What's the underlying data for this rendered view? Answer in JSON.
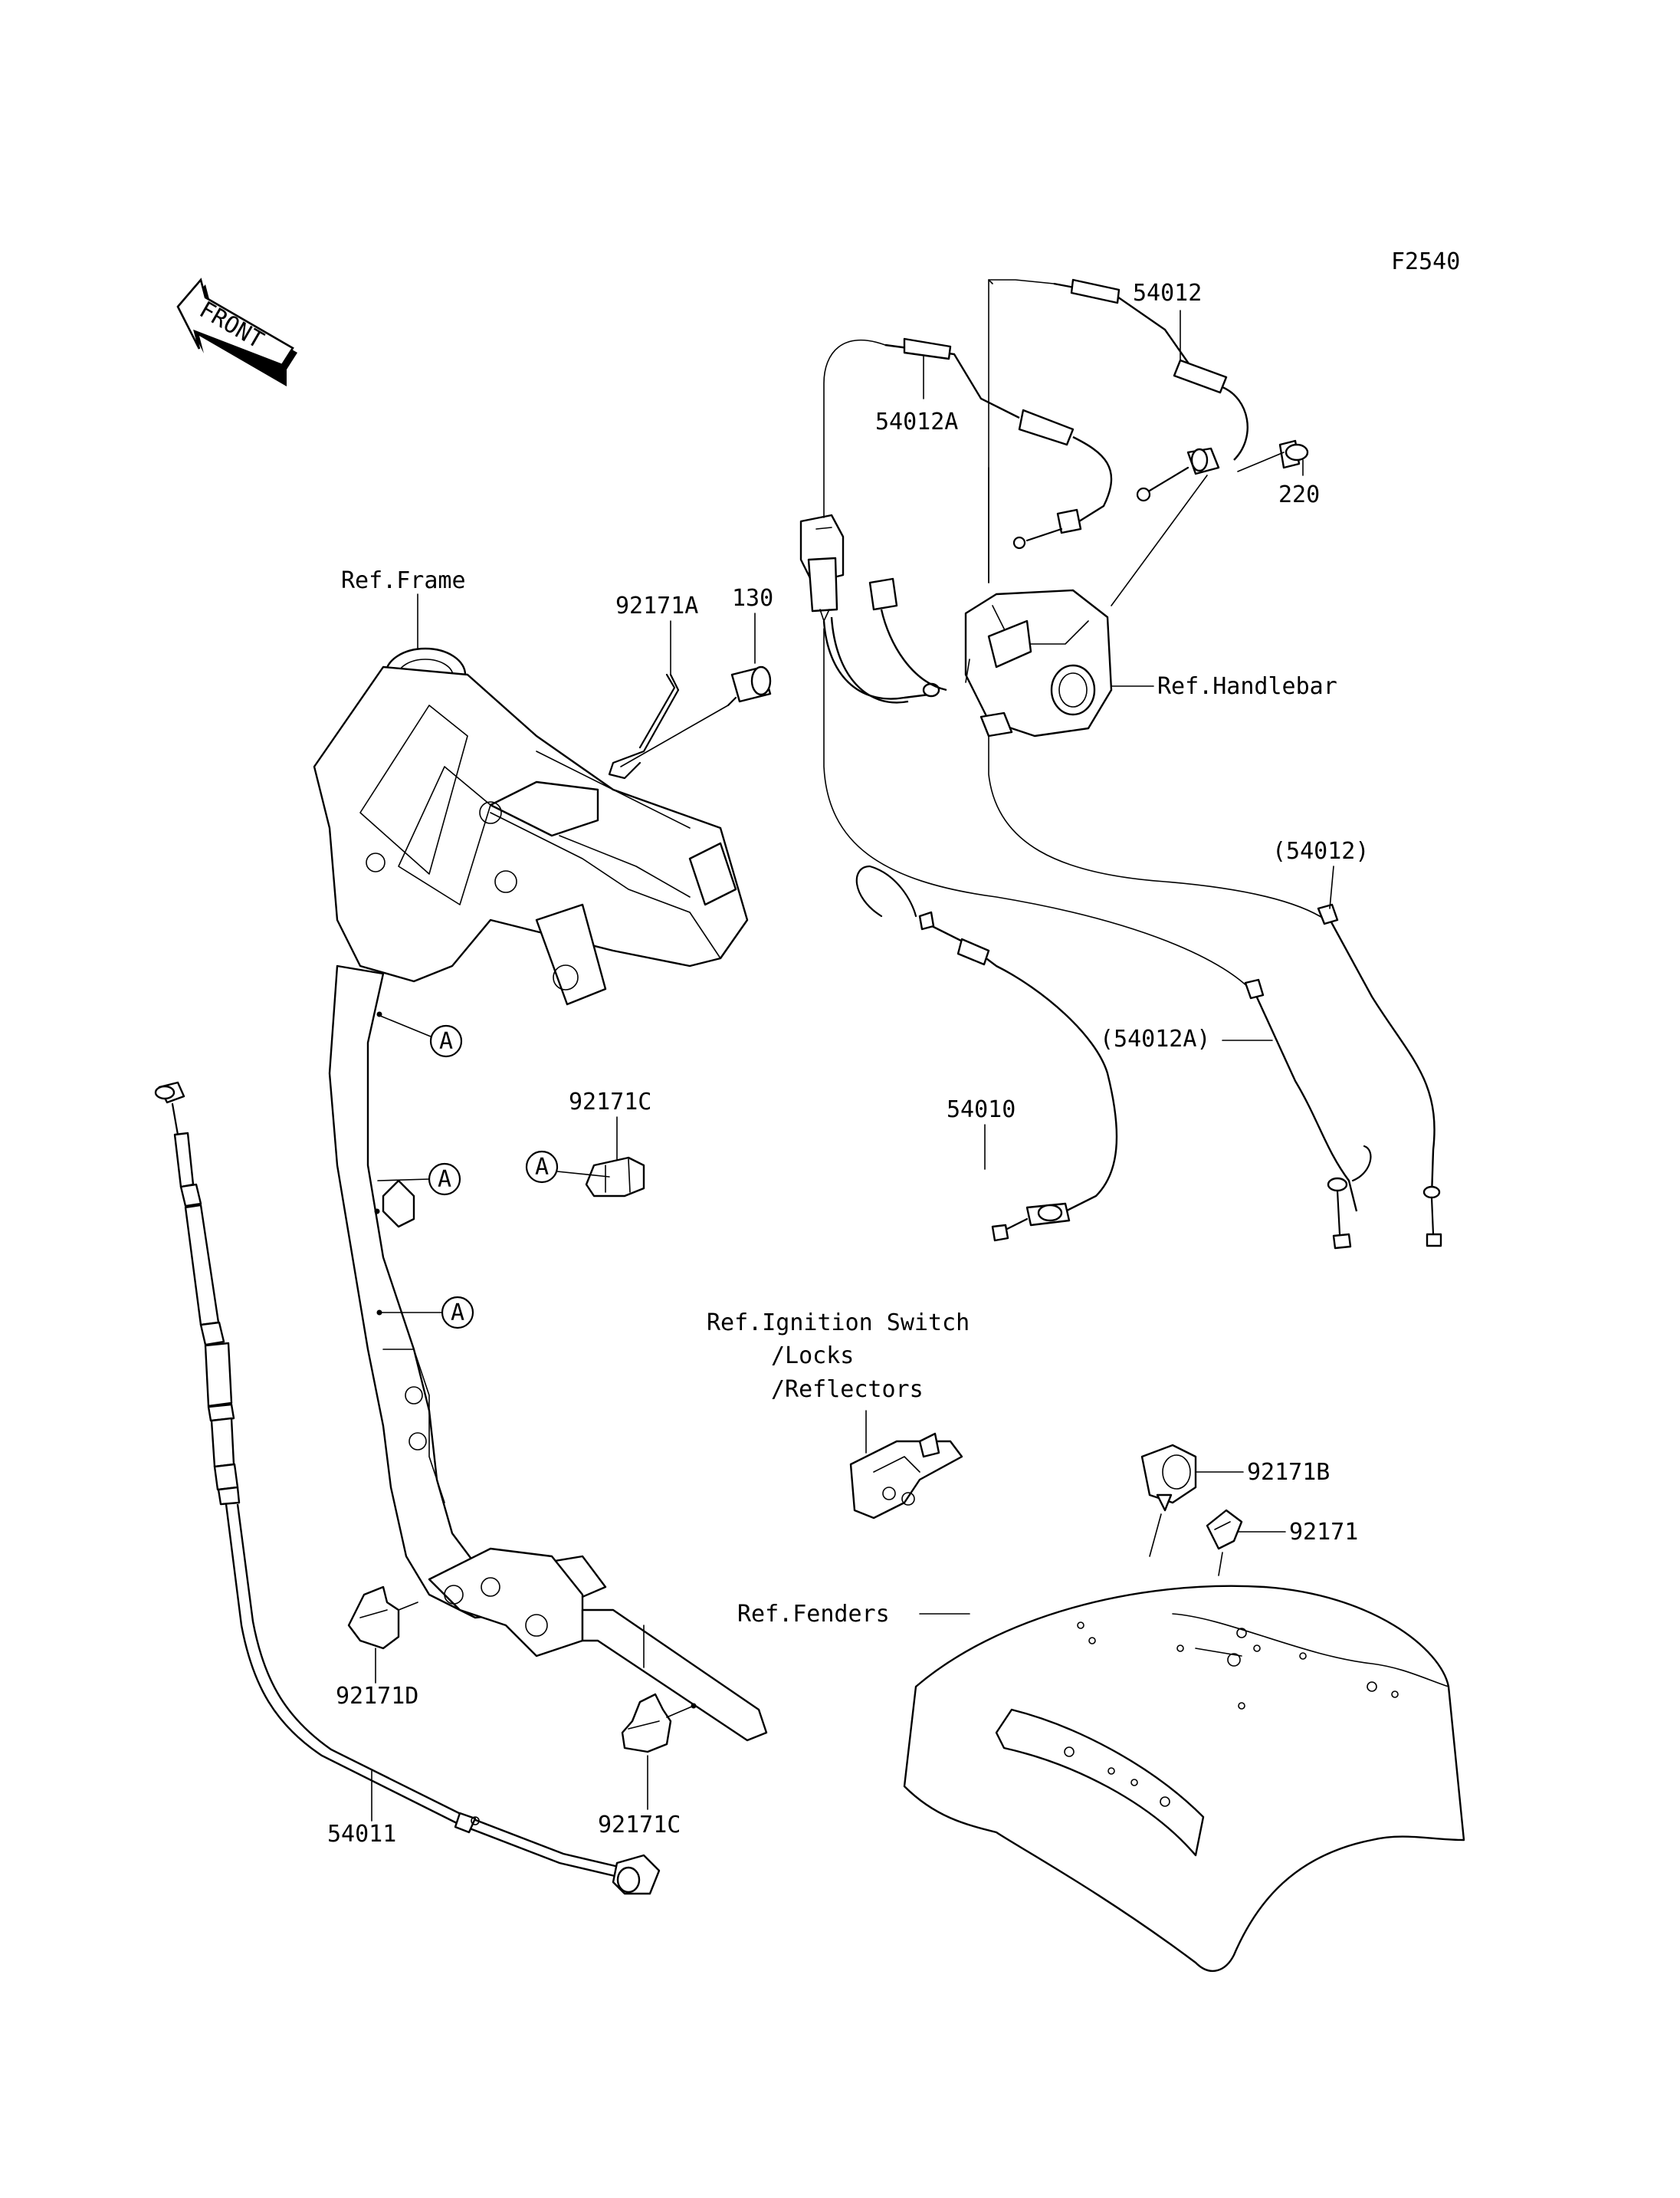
{
  "figure_code": "F2540",
  "front_label": "FRONT",
  "callout_letter": "A",
  "labels": {
    "ref_frame": "Ref.Frame",
    "ref_handlebar": "Ref.Handlebar",
    "ref_ignition_1": "Ref.Ignition Switch",
    "ref_ignition_2": "/Locks",
    "ref_ignition_3": "/Reflectors",
    "ref_fenders": "Ref.Fenders",
    "p54012": "54012",
    "p54012A": "54012A",
    "p220": "220",
    "p92171A": "92171A",
    "p130": "130",
    "p54012_ref": "(54012)",
    "p54012A_ref": "(54012A)",
    "p92171C_top": "92171C",
    "p54010": "54010",
    "p92171B": "92171B",
    "p92171": "92171",
    "p92171D": "92171D",
    "p54011": "54011",
    "p92171C_bottom": "92171C"
  }
}
